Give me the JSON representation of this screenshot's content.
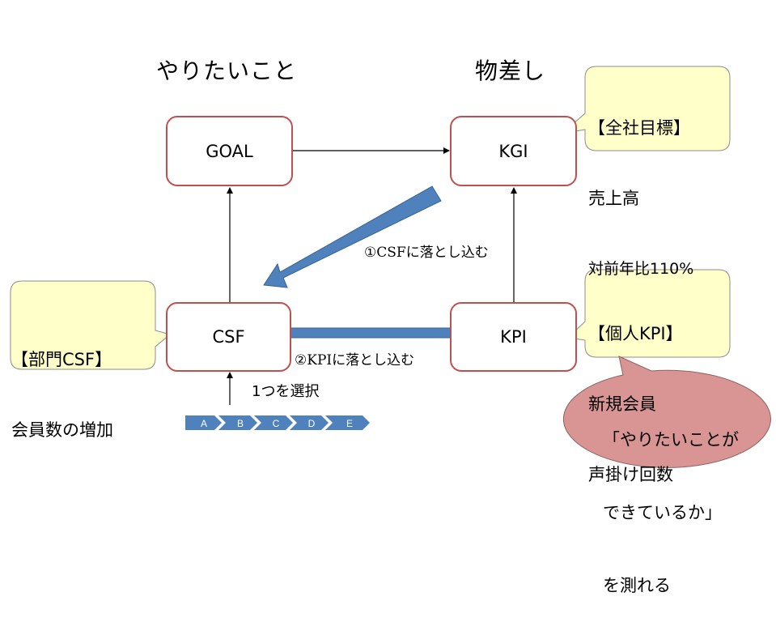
{
  "headings": {
    "left": "やりたいこと",
    "right": "物差し"
  },
  "boxes": {
    "goal": "GOAL",
    "kgi": "KGI",
    "csf": "CSF",
    "kpi": "KPI"
  },
  "arrows": {
    "csf_dropdown": "①CSFに落とし込む",
    "kpi_dropdown": "②KPIに落とし込む",
    "select_one": "1つを選択"
  },
  "callouts": {
    "company_goal": {
      "title": "【全社目標】",
      "line1": "売上高",
      "line2": "対前年比110%"
    },
    "dept_csf": {
      "title": "【部門CSF】",
      "line1": "会員数の増加"
    },
    "personal_kpi": {
      "title": "【個人KPI】",
      "line1": "新規会員",
      "line2": "声掛け回数"
    },
    "measure": {
      "line1": "「やりたいことが",
      "line2": "できているか」",
      "line3": "を測れる"
    }
  },
  "chevrons": [
    "A",
    "B",
    "C",
    "D",
    "E"
  ],
  "colors": {
    "box_border": "#c0504d",
    "blue_arrow": "#4f81bd",
    "callout_fill": "#ffffc9",
    "measure_fill": "#d99594"
  }
}
